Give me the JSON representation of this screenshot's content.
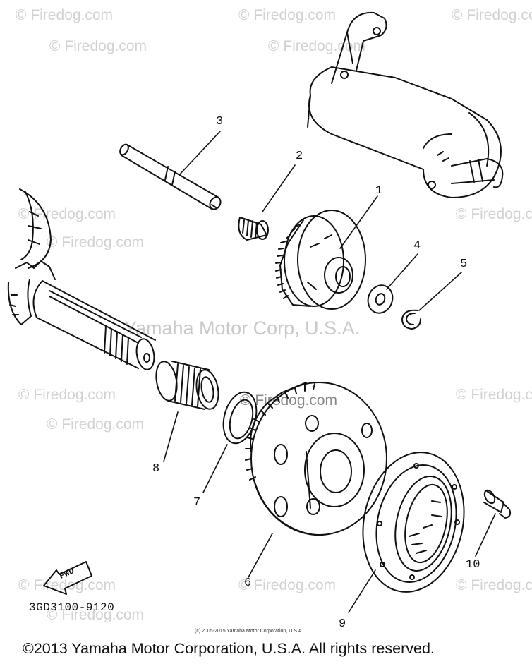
{
  "watermarks": {
    "site": "Firedog.com",
    "brand": "Yamaha Motor Corp, U.S.A."
  },
  "callouts": [
    "1",
    "2",
    "3",
    "4",
    "5",
    "6",
    "7",
    "8",
    "9",
    "10"
  ],
  "diagram_code": "3GD3100-9120",
  "direction_label": "FWD",
  "small_copyright": "(c) 2005-2015 Yamaha Motor Corporation, U.S.A.",
  "copyright": "©2013 Yamaha Motor Corporation, U.S.A. All rights reserved.",
  "colors": {
    "ink": "#111111",
    "watermark": "#d2d2d2",
    "background": "#ffffff"
  }
}
